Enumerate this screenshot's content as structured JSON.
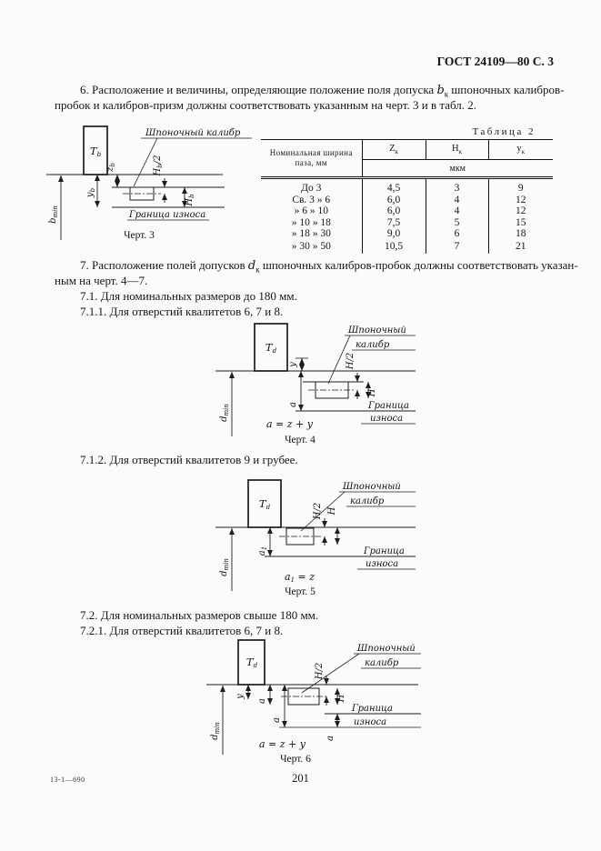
{
  "header": {
    "title": "ГОСТ 24109—80 С. 3"
  },
  "paragraphs": {
    "p6_l1a": "6. Расположение и величины, определяющие положение поля допуска ",
    "p6_sym": "b",
    "p6_sub": "к",
    "p6_l1b": " шпоночных калибров-",
    "p6_l2": "пробок и калибров-призм должны соответствовать указанным на черт. 3 и в табл. 2.",
    "p7_l1a": "7. Расположение полей допусков ",
    "p7_sym": "d",
    "p7_sub": "к",
    "p7_l1b": " шпоночных калибров-пробок должны соответствовать указан-",
    "p7_l2": "ным на черт. 4—7.",
    "p7_1": "7.1. Для номинальных размеров до 180 мм.",
    "p7_1_1": "7.1.1. Для отверстий квалитетов 6, 7 и 8.",
    "p7_1_2": "7.1.2. Для отверстий квалитетов 9 и грубее.",
    "p7_2": "7.2. Для номинальных размеров свыше 180 мм.",
    "p7_2_1": "7.2.1. Для отверстий квалитетов 6, 7 и 8."
  },
  "table2": {
    "caption": "Таблица 2",
    "col1_l1": "Номинальная ширина",
    "col1_l2": "паза, мм",
    "cols": [
      {
        "base": "Z",
        "sub": "к"
      },
      {
        "base": "Н",
        "sub": "к"
      },
      {
        "base": "у",
        "sub": "к"
      }
    ],
    "unit": "мкм",
    "rows": [
      {
        "range": "До 3",
        "z": "4,5",
        "h": "3",
        "y": "9"
      },
      {
        "range": "Св. 3 »  6",
        "z": "6,0",
        "h": "4",
        "y": "12"
      },
      {
        "range": "»  6 » 10",
        "z": "6,0",
        "h": "4",
        "y": "12"
      },
      {
        "range": "» 10 » 18",
        "z": "7,5",
        "h": "5",
        "y": "15"
      },
      {
        "range": "» 18 » 30",
        "z": "9,0",
        "h": "6",
        "y": "18"
      },
      {
        "range": "» 30 » 50",
        "z": "10,5",
        "h": "7",
        "y": "21"
      }
    ]
  },
  "fig3": {
    "caption": "Черт. 3",
    "gauge_label": "Шпоночный калибр",
    "wear_label": "Граница износа",
    "T_base": "T",
    "T_sub": "b",
    "z_base": "z",
    "z_sub": "b",
    "y_base": "y",
    "y_sub": "b",
    "H2_base": "H",
    "H2_sub": "b",
    "H2_post": "/2",
    "H_base": "H",
    "H_sub": "b",
    "bmin_base": "b",
    "bmin_sub": "min"
  },
  "fig4": {
    "caption": "Черт. 4",
    "gauge_l1": "Шпоночный",
    "gauge_l2": "калибр",
    "wear_l1": "Граница",
    "wear_l2": "износа",
    "T_base": "T",
    "T_sub": "d",
    "dmin_base": "d",
    "dmin_sub": "min",
    "y": "y",
    "H2": "H/2",
    "H": "H",
    "a": "а",
    "formula": "a = z + y"
  },
  "fig5": {
    "caption": "Черт. 5",
    "gauge_l1": "Шпоночный",
    "gauge_l2": "калибр",
    "wear_l1": "Граница",
    "wear_l2": "износа",
    "T_base": "T",
    "T_sub": "d",
    "dmin_base": "d",
    "dmin_sub": "min",
    "H2": "H/2",
    "H": "H",
    "a1_base": "а",
    "a1_sub": "1",
    "f_base": "a",
    "f_sub": "1",
    "f_post": " = z"
  },
  "fig6": {
    "caption": "Черт. 6",
    "gauge_l1": "Шпоночный",
    "gauge_l2": "калибр",
    "wear_l1": "Граница",
    "wear_l2": "износа",
    "T_base": "T",
    "T_sub": "d",
    "dmin_base": "d",
    "dmin_sub": "min",
    "y": "y",
    "a": "а",
    "a_tall": "а",
    "a_small": "а",
    "H2": "H/2",
    "H": "H",
    "formula": "a = z + y"
  },
  "footer": {
    "left": "13-1—690",
    "page": "201"
  }
}
